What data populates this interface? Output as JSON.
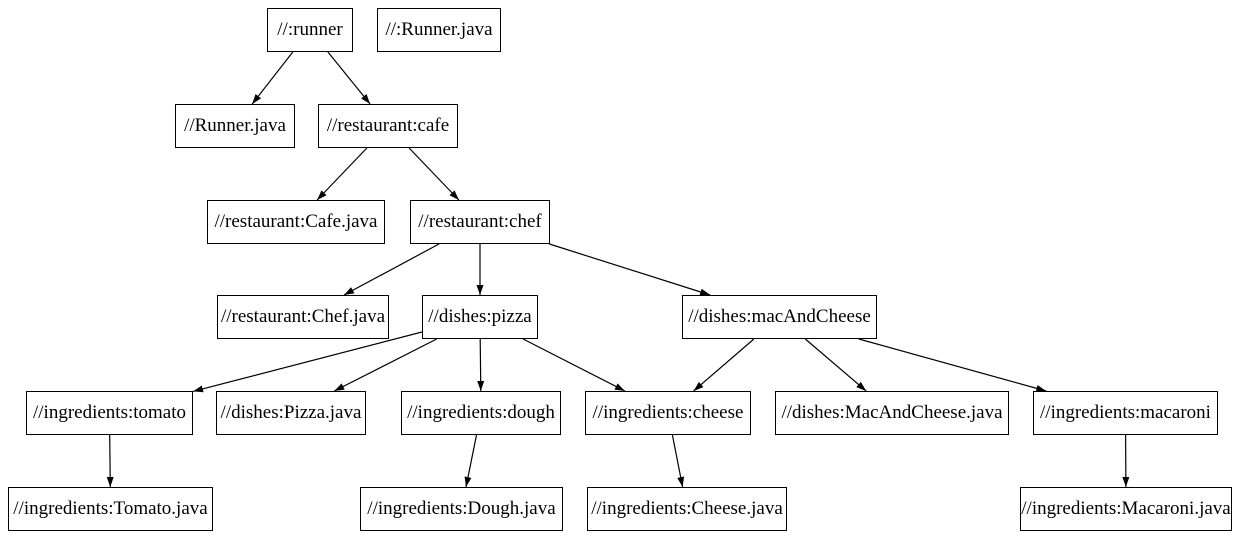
{
  "graph": {
    "type": "directed-dependency-graph",
    "colors": {
      "background": "#ffffff",
      "node_fill": "#ffffff",
      "node_border": "#000000",
      "edge": "#000000",
      "text": "#000000"
    },
    "nodes": [
      {
        "id": "target-runner",
        "label": "//:runner"
      },
      {
        "id": "runner-java-target",
        "label": "//:Runner.java"
      },
      {
        "id": "runner-java-file",
        "label": "//Runner.java"
      },
      {
        "id": "cafe",
        "label": "//restaurant:cafe"
      },
      {
        "id": "cafe-java-file",
        "label": "//restaurant:Cafe.java"
      },
      {
        "id": "chef",
        "label": "//restaurant:chef"
      },
      {
        "id": "chef-java-file",
        "label": "//restaurant:Chef.java"
      },
      {
        "id": "pizza",
        "label": "//dishes:pizza"
      },
      {
        "id": "mac-and-cheese",
        "label": "//dishes:macAndCheese"
      },
      {
        "id": "tomato",
        "label": "//ingredients:tomato"
      },
      {
        "id": "pizza-java-file",
        "label": "//dishes:Pizza.java"
      },
      {
        "id": "dough",
        "label": "//ingredients:dough"
      },
      {
        "id": "cheese",
        "label": "//ingredients:cheese"
      },
      {
        "id": "mac-and-cheese-java-file",
        "label": "//dishes:MacAndCheese.java"
      },
      {
        "id": "macaroni",
        "label": "//ingredients:macaroni"
      },
      {
        "id": "tomato-java-file",
        "label": "//ingredients:Tomato.java"
      },
      {
        "id": "dough-java-file",
        "label": "//ingredients:Dough.java"
      },
      {
        "id": "cheese-java-file",
        "label": "//ingredients:Cheese.java"
      },
      {
        "id": "macaroni-java-file",
        "label": "//ingredients:Macaroni.java"
      }
    ],
    "edges": [
      {
        "from": "target-runner",
        "to": "runner-java-file"
      },
      {
        "from": "target-runner",
        "to": "cafe"
      },
      {
        "from": "cafe",
        "to": "cafe-java-file"
      },
      {
        "from": "cafe",
        "to": "chef"
      },
      {
        "from": "chef",
        "to": "chef-java-file"
      },
      {
        "from": "chef",
        "to": "pizza"
      },
      {
        "from": "chef",
        "to": "mac-and-cheese"
      },
      {
        "from": "pizza",
        "to": "tomato"
      },
      {
        "from": "pizza",
        "to": "pizza-java-file"
      },
      {
        "from": "pizza",
        "to": "dough"
      },
      {
        "from": "pizza",
        "to": "cheese"
      },
      {
        "from": "mac-and-cheese",
        "to": "cheese"
      },
      {
        "from": "mac-and-cheese",
        "to": "mac-and-cheese-java-file"
      },
      {
        "from": "mac-and-cheese",
        "to": "macaroni"
      },
      {
        "from": "tomato",
        "to": "tomato-java-file"
      },
      {
        "from": "dough",
        "to": "dough-java-file"
      },
      {
        "from": "cheese",
        "to": "cheese-java-file"
      },
      {
        "from": "macaroni",
        "to": "macaroni-java-file"
      }
    ]
  }
}
